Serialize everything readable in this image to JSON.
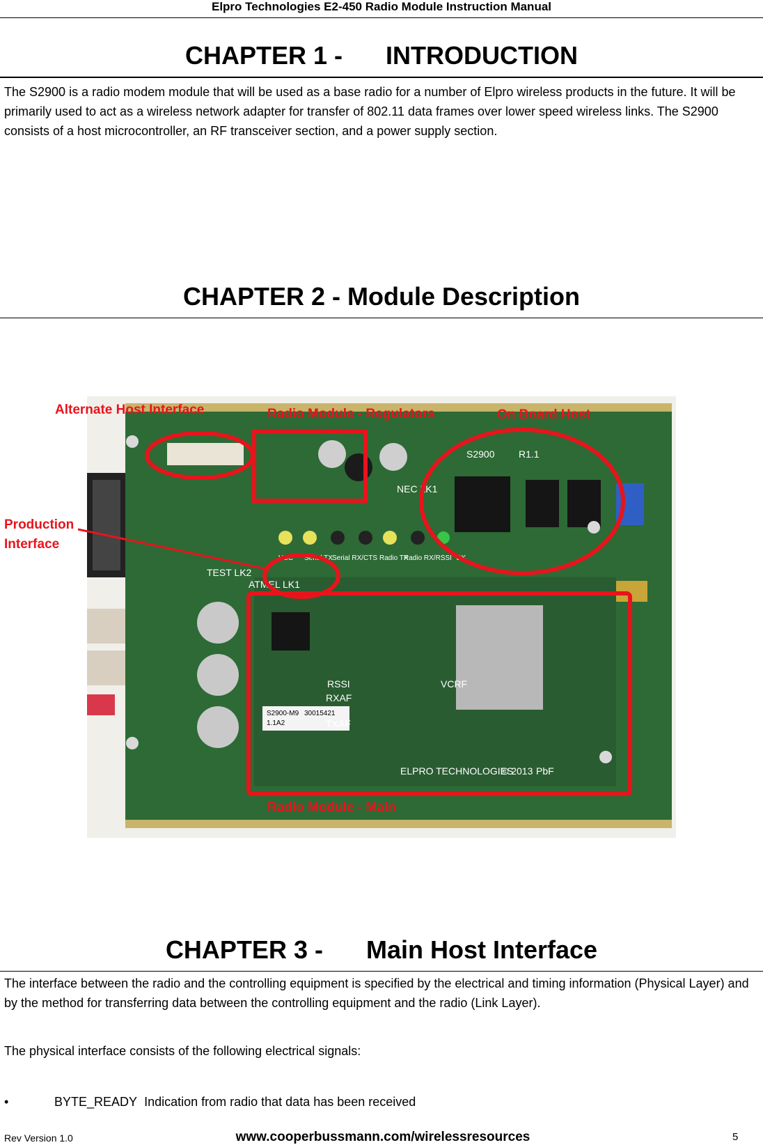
{
  "header": {
    "title": "Elpro Technologies E2-450 Radio Module Instruction Manual"
  },
  "chapter1": {
    "number": "CHAPTER 1 -",
    "title": "INTRODUCTION",
    "body": "The S2900 is a radio modem module that will be used as a base radio for a number of Elpro wireless products in the future.  It will be primarily used to act as a wireless network adapter for transfer of 802.11 data frames over lower speed wireless links. The S2900 consists of a host microcontroller, an RF transceiver section, and a power supply section."
  },
  "chapter2": {
    "heading": "CHAPTER 2 - Module Description",
    "labels": {
      "alternate_host": "Alternate Host Interface",
      "regulators": "Radio Module - Regulators",
      "on_board_host": "On Board Host",
      "production_line1": "Production",
      "production_line2": "Interface",
      "radio_main": "Radio Module - Main"
    },
    "board_silkscreen": {
      "model": "S2900",
      "revision": "R1.1",
      "maker": "ELPRO TECHNOLOGIES",
      "year": "© 2013",
      "pbf": "PbF",
      "sticker_line1": "S2900-M9",
      "sticker_line2": "1.1A2",
      "sticker_serial": "30015421",
      "test_link": "TEST LK2",
      "nec_link": "NEC LK1",
      "atmel_link": "ATMEL LK1",
      "leds": [
        "VCC",
        "Serial TX",
        "Serial RX/CTS",
        "Radio TX",
        "Radio RX/RSSI",
        "OK"
      ],
      "rssi": "RSSI",
      "rxaf": "RXAF",
      "txaf": "TXAF",
      "vcrf": "VCRF"
    },
    "colors": {
      "annotation": "#e8141c",
      "pcb": "#2b5b34"
    }
  },
  "chapter3": {
    "number": "CHAPTER 3 -",
    "title": "Main Host Interface",
    "para1": "The interface between the radio and the controlling equipment is specified by the electrical and timing information (Physical Layer) and by the method for transferring data between the controlling equipment and the radio (Link Layer).",
    "para2": "The physical interface consists of the following electrical signals:",
    "bullet_mark": "•",
    "bullet_signal": "BYTE_READY",
    "bullet_desc": "Indication from radio that data has been received"
  },
  "footer": {
    "rev": "Rev Version 1.0",
    "url": "www.cooperbussmann.com/wirelessresources",
    "page": "5"
  }
}
